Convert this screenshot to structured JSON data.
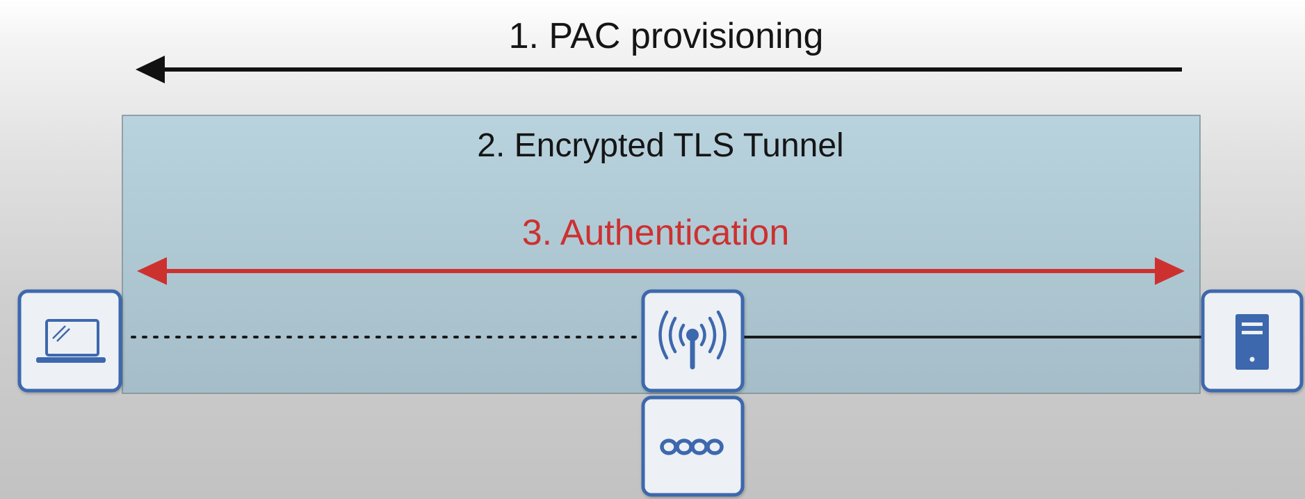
{
  "labels": {
    "pac_provisioning": "1. PAC provisioning",
    "tls_tunnel": "2. Encrypted TLS Tunnel",
    "authentication": "3. Authentication"
  },
  "devices": [
    {
      "role": "client",
      "icon": "laptop-icon"
    },
    {
      "role": "access-point",
      "icon": "wireless-access-point-icon"
    },
    {
      "role": "controller",
      "icon": "wireless-lan-controller-icon"
    },
    {
      "role": "server",
      "icon": "server-icon"
    }
  ],
  "colors": {
    "tunnel_fill": "#b3ccd8",
    "device_border": "#3d68ad",
    "device_fill": "#edf0f5",
    "authentication": "#cc3130",
    "arrow_black": "#111111"
  }
}
